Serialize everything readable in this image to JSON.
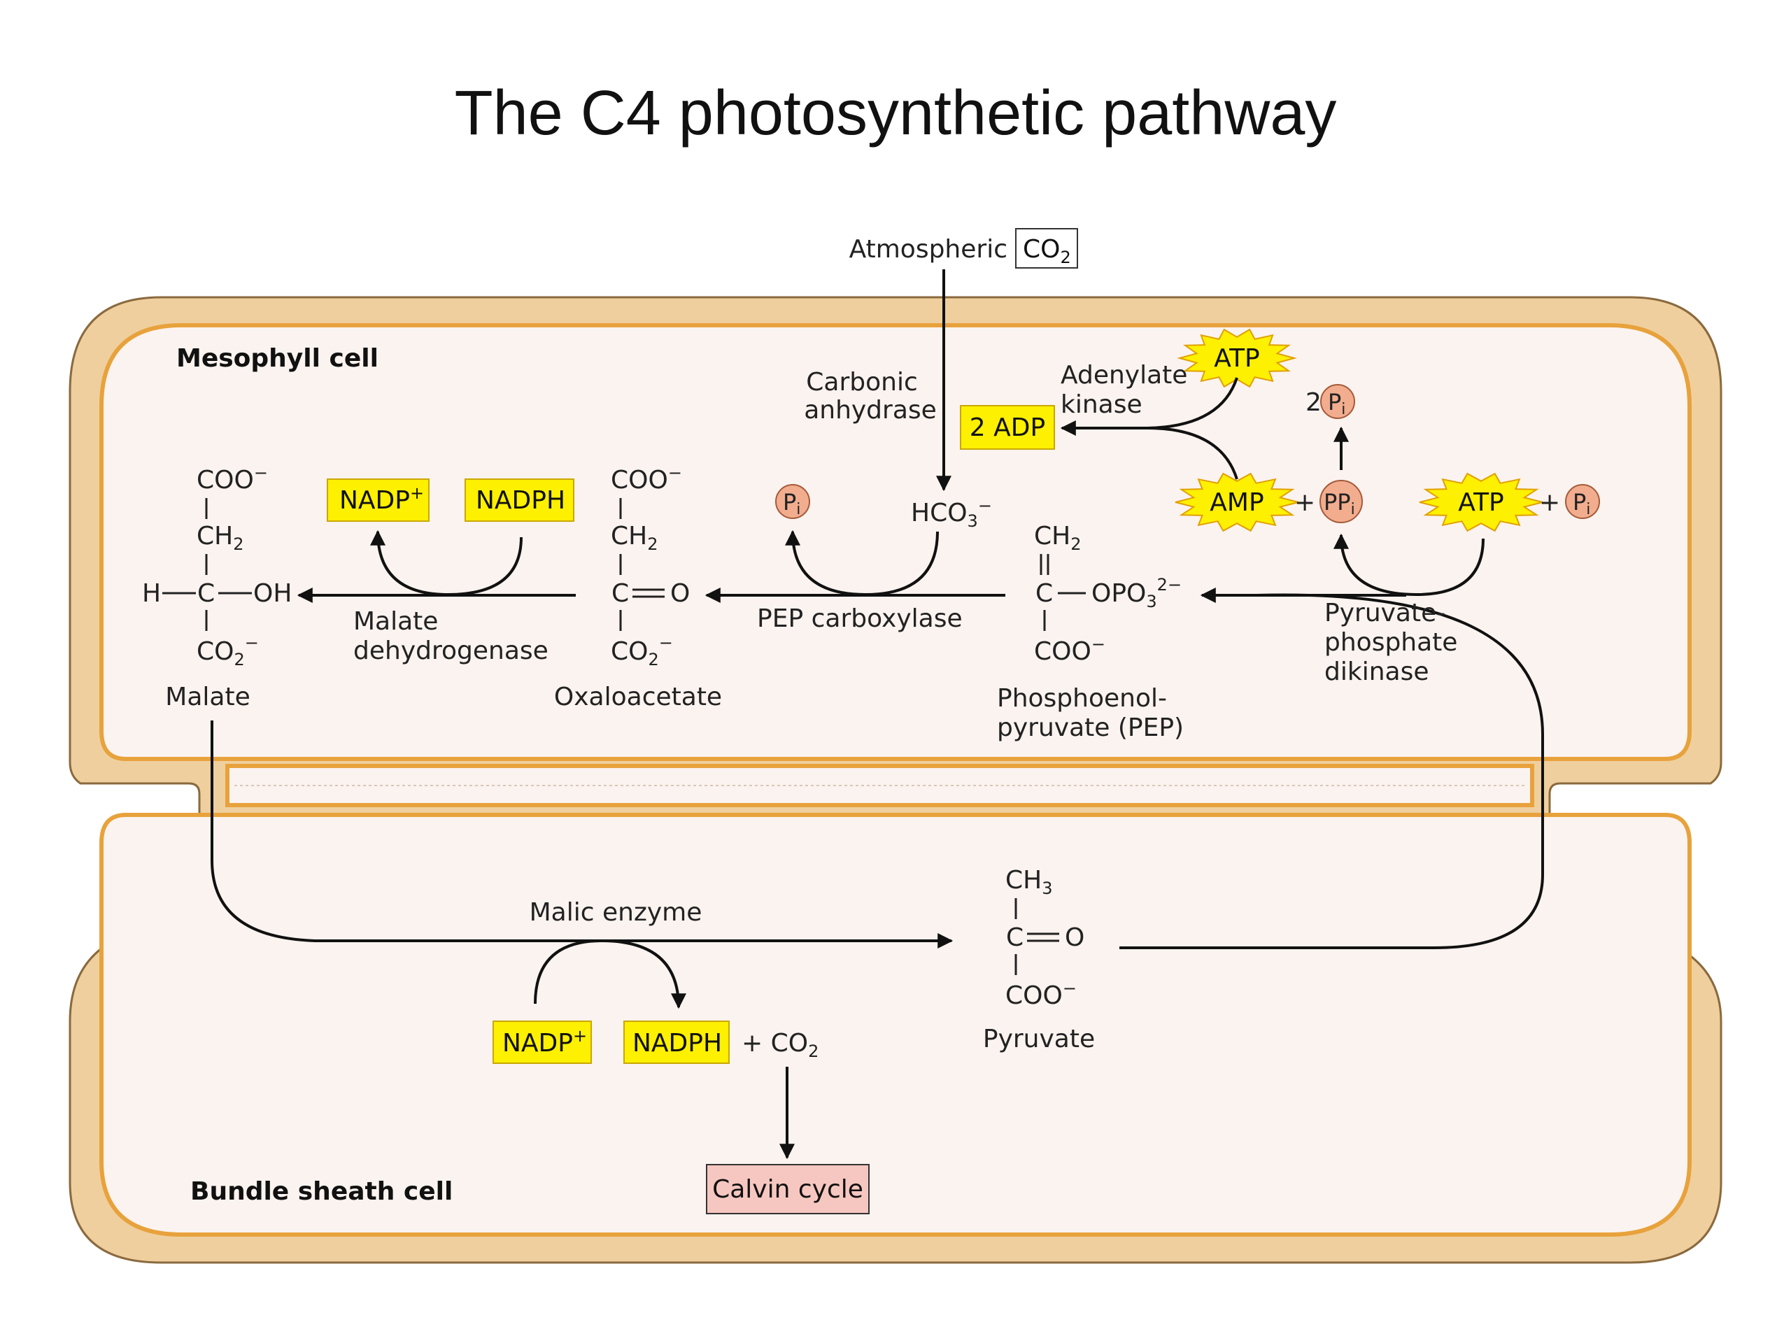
{
  "title": "The C4 photosynthetic pathway",
  "colors": {
    "cell_fill": "#fbf3ef",
    "cell_wall": "#efcf9e",
    "membrane": "#e8a23c",
    "cofactor_fill": "#fdf000",
    "circle_fill": "#f2ad8f",
    "calvin_fill": "#f6c7c0",
    "calvin_border": "#c0392b"
  },
  "labels": {
    "mesophyll": "Mesophyll cell",
    "bundle_sheath": "Bundle sheath cell",
    "atmospheric": "Atmospheric",
    "carbonic_line1": "Carbonic",
    "carbonic_line2": "anhydrase",
    "adenylate_line1": "Adenylate",
    "adenylate_line2": "kinase",
    "pep_carboxylase": "PEP carboxylase",
    "malate_dh_line1": "Malate",
    "malate_dh_line2": "dehydrogenase",
    "ppdk_line1": "Pyruvate-",
    "ppdk_line2": "phosphate",
    "ppdk_line3": "dikinase",
    "malic_enzyme": "Malic enzyme",
    "plus_co2": "+ CO",
    "plus_co2_sub": "2"
  },
  "compounds": {
    "malate": "Malate",
    "oxaloacetate": "Oxaloacetate",
    "pep_line1": "Phosphoenol-",
    "pep_line2": "pyruvate (PEP)",
    "pyruvate": "Pyruvate",
    "hco3": "HCO",
    "hco3_sub": "3",
    "hco3_sup": "−"
  },
  "boxes": {
    "co2": "CO",
    "co2_sub": "2",
    "two_adp": "2 ADP",
    "nadp_meso": "NADP",
    "nadp_sup": "+",
    "nadph_meso": "NADPH",
    "nadp_bundle": "NADP",
    "nadph_bundle": "NADPH",
    "calvin": "Calvin cycle"
  },
  "starbursts": {
    "atp_top": "ATP",
    "amp": "AMP",
    "atp_right": "ATP"
  },
  "circles": {
    "pi_pep": "P",
    "pi_sub": "i",
    "ppi": "PP",
    "ppi_sub": "i",
    "pi_right": "P",
    "pi_top": "P",
    "two_prefix": "2"
  },
  "structures": {
    "coo": "COO",
    "coo_sup": "−",
    "ch2": "CH",
    "ch2_sub": "2",
    "ch3": "CH",
    "ch3_sub": "3",
    "h": "H",
    "c": "C",
    "oh": "OH",
    "o": "O",
    "co2": "CO",
    "co2_sub": "2",
    "co2_sup": "−",
    "opo3": "OPO",
    "opo3_sub": "3",
    "opo3_sup": "2−",
    "plus": "+"
  }
}
